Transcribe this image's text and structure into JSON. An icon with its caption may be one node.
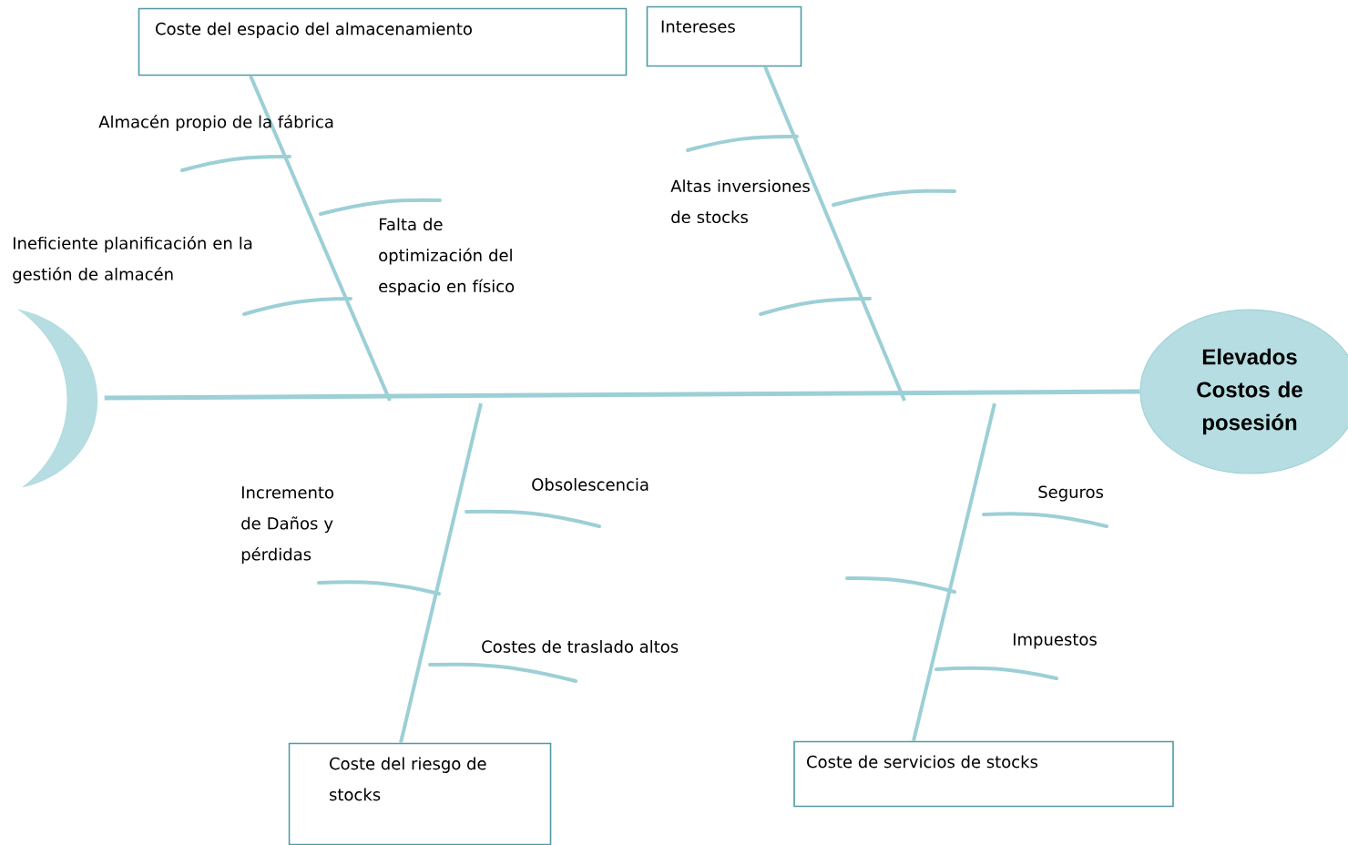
{
  "diagram": {
    "nodes": [
      {
        "text": [
          "Coste del espacio del almacenamiento"
        ]
      },
      {
        "text": [
          "Intereses"
        ]
      },
      {
        "text": [
          "Elevados Costos de posesión"
        ]
      },
      {
        "text": [
          "Coste del riesgo de stocks"
        ]
      },
      {
        "text": [
          "Coste de servicios de stocks"
        ]
      },
      {
        "text": [],
        "shape": "crescent"
      }
    ],
    "edges": [
      {
        "from": 5,
        "to": 2,
        "arrow": "none"
      },
      {
        "from": 0,
        "to": null,
        "arrow": "none"
      },
      {
        "from": 1,
        "to": null,
        "arrow": "none"
      },
      {
        "from": 3,
        "to": null,
        "arrow": "none"
      },
      {
        "from": 4,
        "to": null,
        "arrow": "none"
      }
    ],
    "labels": [
      "Almacén propio de la fábrica",
      "Ineficiente planificación en la gestión de almacén",
      "Falta de optimización del espacio en físico",
      "Altas inversiones de stocks",
      "Obsolescencia",
      "Incremento de Daños y pérdidas",
      "Costes de traslado altos",
      "Seguros",
      "Impuestos"
    ]
  }
}
